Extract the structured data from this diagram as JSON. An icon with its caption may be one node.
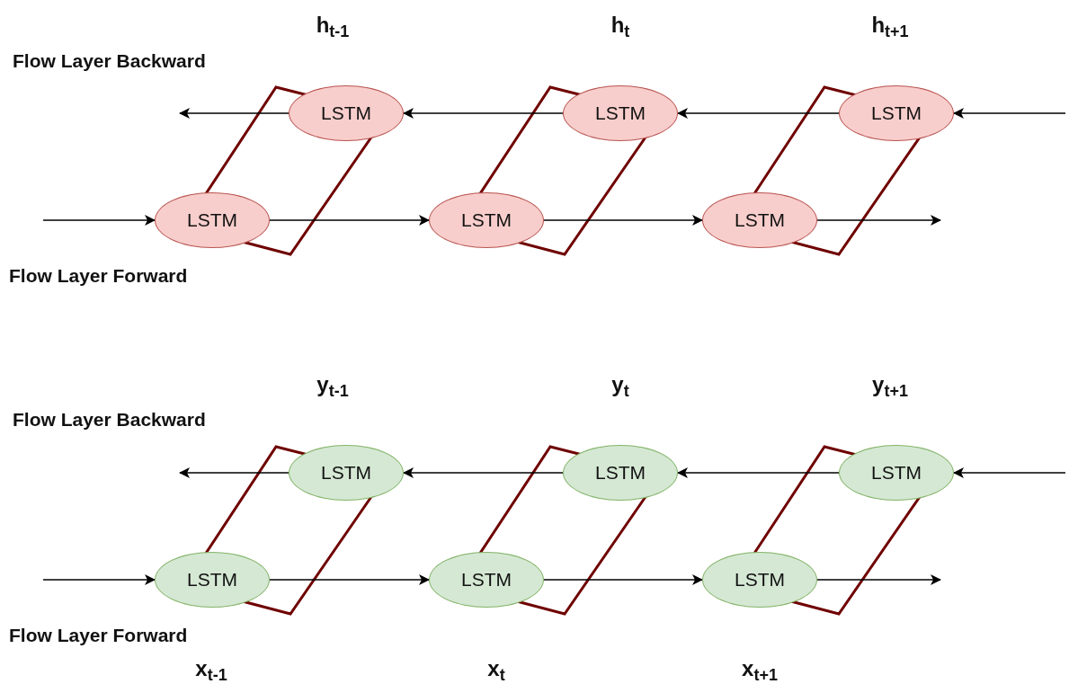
{
  "diagram": {
    "nodes": [
      {
        "text": [
          "LSTM"
        ]
      },
      {
        "text": [
          "LSTM"
        ]
      },
      {
        "text": [
          "LSTM"
        ]
      },
      {
        "text": [
          "LSTM"
        ]
      },
      {
        "text": [
          "LSTM"
        ]
      },
      {
        "text": [
          "LSTM"
        ]
      },
      {
        "text": [
          "LSTM"
        ]
      },
      {
        "text": [
          "LSTM"
        ]
      },
      {
        "text": [
          "LSTM"
        ]
      },
      {
        "text": [
          "LSTM"
        ]
      },
      {
        "text": [
          "LSTM"
        ]
      },
      {
        "text": [
          "LSTM"
        ]
      }
    ],
    "edges": [
      {
        "from": null,
        "to": 2,
        "arrow": "to"
      },
      {
        "from": 2,
        "to": 1,
        "arrow": "to"
      },
      {
        "from": 1,
        "to": 0,
        "arrow": "to"
      },
      {
        "from": 0,
        "to": null,
        "arrow": "to"
      },
      {
        "from": null,
        "to": 3,
        "arrow": "to"
      },
      {
        "from": 3,
        "to": 4,
        "arrow": "to"
      },
      {
        "from": 4,
        "to": 5,
        "arrow": "to"
      },
      {
        "from": 5,
        "to": null,
        "arrow": "to"
      },
      {
        "from": null,
        "to": 8,
        "arrow": "to"
      },
      {
        "from": 8,
        "to": 7,
        "arrow": "to"
      },
      {
        "from": 7,
        "to": 6,
        "arrow": "to"
      },
      {
        "from": 6,
        "to": null,
        "arrow": "to"
      },
      {
        "from": null,
        "to": 9,
        "arrow": "to"
      },
      {
        "from": 9,
        "to": 10,
        "arrow": "to"
      },
      {
        "from": 10,
        "to": 11,
        "arrow": "to"
      },
      {
        "from": 11,
        "to": null,
        "arrow": "to"
      }
    ],
    "labels": [
      "h$_{t-1}$",
      "h$_{t}$",
      "h$_{t+1}$",
      "Flow Layer Backward",
      "Flow Layer Forward",
      "y$_{t-1}$",
      "y$_{t}$",
      "y$_{t+1}$",
      "Flow Layer Backward",
      "Flow Layer Forward",
      "x$_{t-1}$",
      "x$_{t}$",
      "x$_{t+1}$"
    ]
  }
}
